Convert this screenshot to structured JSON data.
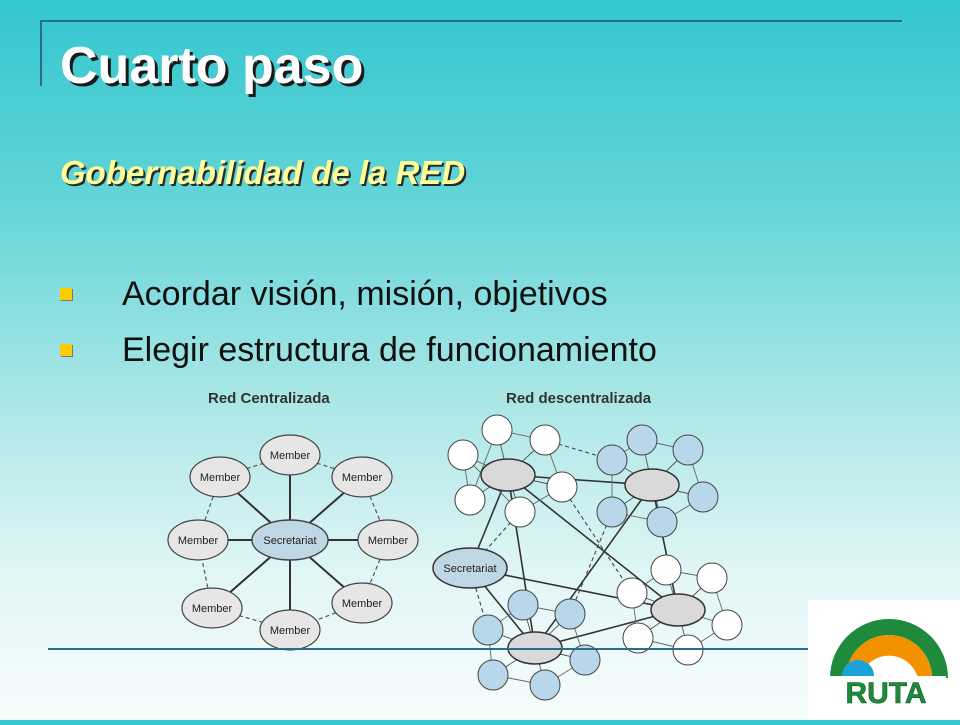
{
  "slide": {
    "title": "Cuarto paso",
    "subtitle": "Gobernabilidad de la RED",
    "bullets": [
      "Acordar visión, misión, objetivos",
      "Elegir estructura de funcionamiento"
    ]
  },
  "diagram": {
    "centralized": {
      "label": "Red Centralizada",
      "hub_label": "Secretariat",
      "member_label": "Member"
    },
    "decentralized": {
      "label": "Red descentralizada",
      "hub_label": "Secretariat"
    }
  },
  "logo": {
    "text": "RUTA"
  },
  "colors": {
    "accent_bullet": "#ffcc00",
    "subtitle": "#ffff99",
    "logo_green": "#1f8a3c",
    "logo_orange": "#f39200",
    "logo_blue": "#1aa3d9",
    "node_blue": "#b9d7ea",
    "node_gray": "#e6e6e6"
  }
}
